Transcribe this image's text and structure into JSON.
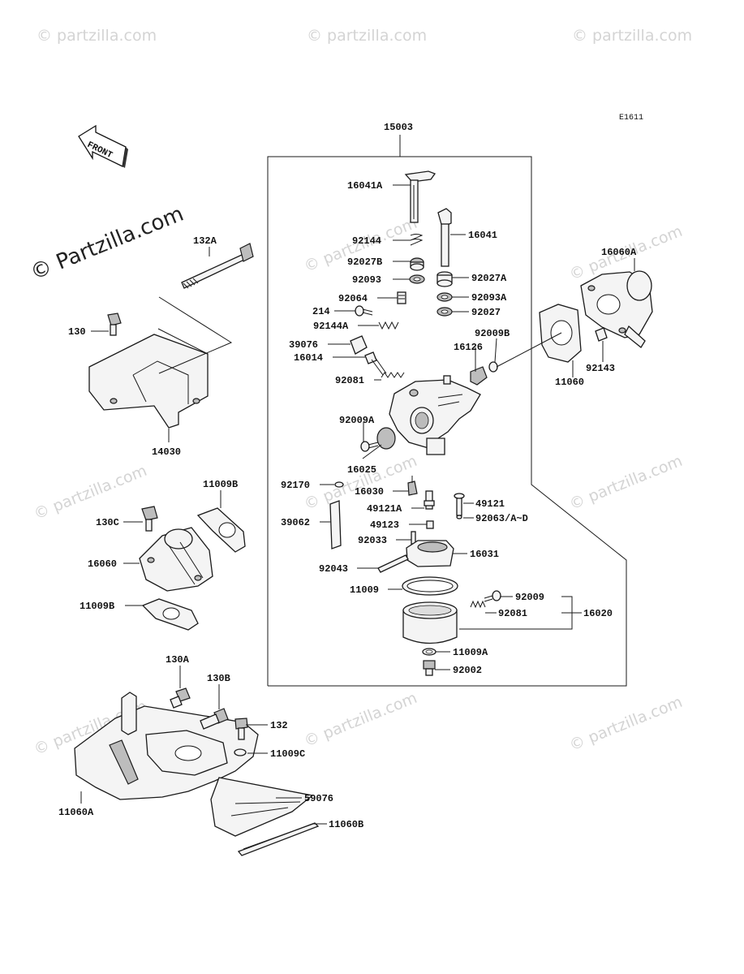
{
  "diagram": {
    "code": "E1611",
    "front_text": "FRONT",
    "watermark": "© Partzilla.com",
    "watermark_small": "© partzilla.com"
  },
  "labels": {
    "l15003": "15003",
    "l16041A": "16041A",
    "l16041": "16041",
    "l92144": "92144",
    "l92027B": "92027B",
    "l92027A": "92027A",
    "l92093": "92093",
    "l92093A": "92093A",
    "l92064": "92064",
    "l214": "214",
    "l92027": "92027",
    "l92144A": "92144A",
    "l39076": "39076",
    "l16014": "16014",
    "l92009B": "92009B",
    "l16126": "16126",
    "l92081a": "92081",
    "l92009A": "92009A",
    "l16025": "16025",
    "l92170": "92170",
    "l16030": "16030",
    "l49121": "49121",
    "l39062": "39062",
    "l49121A": "49121A",
    "l92063": "92063/A~D",
    "l49123": "49123",
    "l92033": "92033",
    "l16031": "16031",
    "l92043": "92043",
    "l11009": "11009",
    "l92009": "92009",
    "l92081b": "92081",
    "l16020": "16020",
    "l11009A": "11009A",
    "l92002": "92002",
    "l16060A": "16060A",
    "l11060": "11060",
    "l92143": "92143",
    "l132A": "132A",
    "l130": "130",
    "l14030": "14030",
    "l11009B_top": "11009B",
    "l130C": "130C",
    "l16060": "16060",
    "l11009B_bot": "11009B",
    "l130A": "130A",
    "l130B": "130B",
    "l132": "132",
    "l11009C": "11009C",
    "l59076": "59076",
    "l11060A": "11060A",
    "l11060B": "11060B"
  }
}
